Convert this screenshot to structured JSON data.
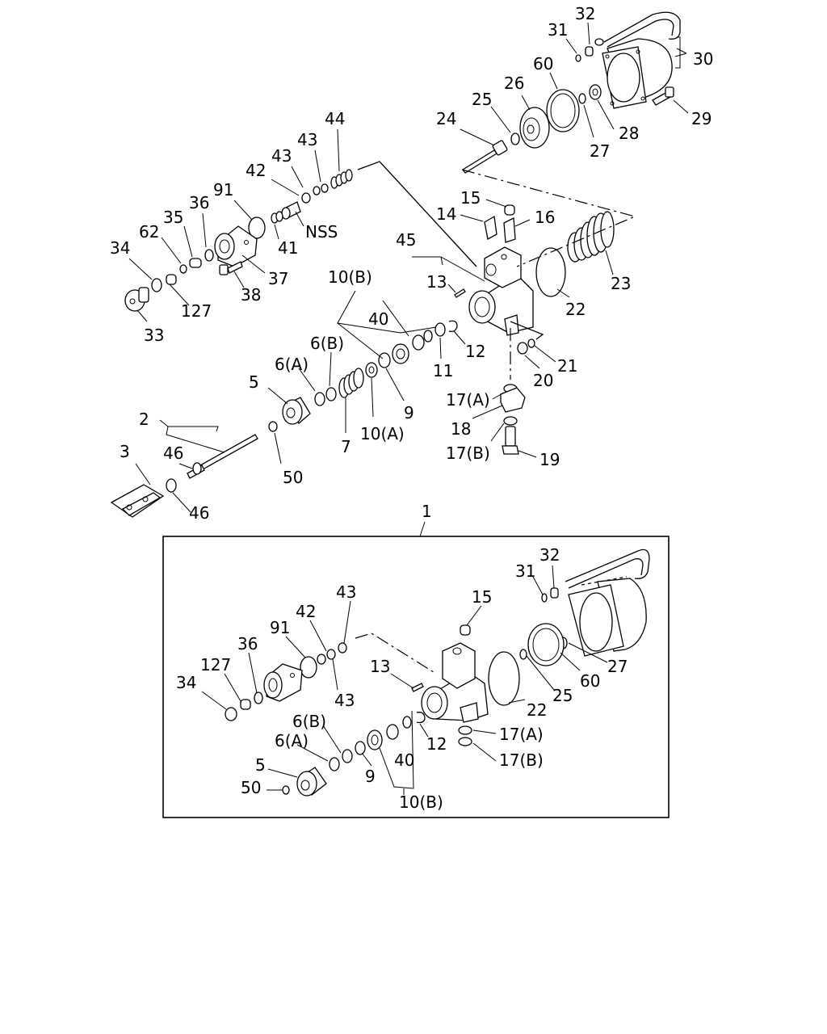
{
  "labels": {
    "upper": {
      "l32": "32",
      "l31": "31",
      "l30": "30",
      "l29": "29",
      "l60": "60",
      "l26": "26",
      "l25": "25",
      "l24": "24",
      "l28": "28",
      "l27": "27",
      "l44": "44",
      "l43a": "43",
      "l43b": "43",
      "l42": "42",
      "l91": "91",
      "l36": "36",
      "l35": "35",
      "l62": "62",
      "l34": "34",
      "lNSS": "NSS",
      "l41": "41",
      "l37": "37",
      "l38": "38",
      "l127": "127",
      "l33": "33",
      "l15": "15",
      "l14": "14",
      "l16": "16",
      "l45": "45",
      "l13": "13",
      "l23": "23",
      "l22": "22",
      "l10B": "10(B)",
      "l40": "40",
      "l6B": "6(B)",
      "l6A": "6(A)",
      "l11": "11",
      "l12": "12",
      "l21": "21",
      "l20": "20",
      "l5": "5",
      "l9": "9",
      "l10A": "10(A)",
      "l7": "7",
      "l17A": "17(A)",
      "l18": "18",
      "l17B": "17(B)",
      "l19": "19",
      "l2": "2",
      "l3": "3",
      "l46a": "46",
      "l46b": "46",
      "l50": "50"
    },
    "kit": "1",
    "inset": {
      "l32": "32",
      "l31": "31",
      "l15": "15",
      "l43a": "43",
      "l42": "42",
      "l91": "91",
      "l36": "36",
      "l127": "127",
      "l34": "34",
      "l43b": "43",
      "l13": "13",
      "l27": "27",
      "l60": "60",
      "l25": "25",
      "l22": "22",
      "l6B": "6(B)",
      "l6A": "6(A)",
      "l5": "5",
      "l50": "50",
      "l9": "9",
      "l40": "40",
      "l12": "12",
      "l17A": "17(A)",
      "l17B": "17(B)",
      "l10B": "10(B)"
    }
  }
}
